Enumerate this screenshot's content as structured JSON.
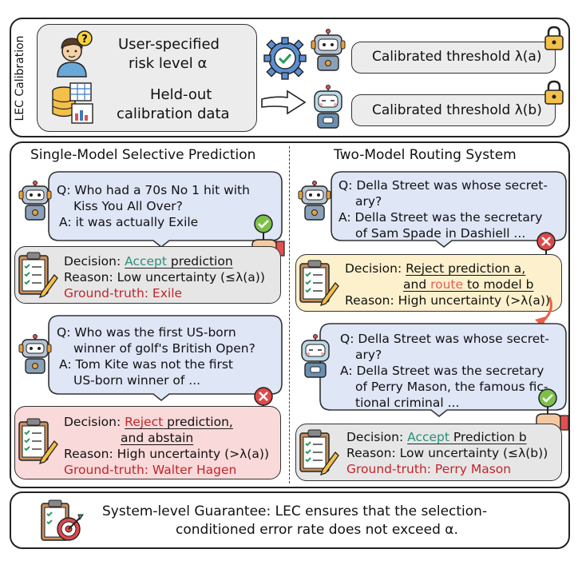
{
  "calibration": {
    "side_label": "LEC Calibration",
    "risk_line1": "User-specified",
    "risk_line2": "risk level α",
    "data_line1": "Held-out",
    "data_line2": "calibration data",
    "threshold_a": "Calibrated threshold λ(a)",
    "threshold_b": "Calibrated threshold λ(b)"
  },
  "single": {
    "title": "Single-Model Selective Prediction",
    "ex1": {
      "q1": "Q: Who had a 70s No 1 hit with",
      "q2": "Kiss You All Over?",
      "a1": "A: it was actually Exile",
      "decision_prefix": "Decision: ",
      "decision_word": "Accept",
      "decision_rest": " prediction",
      "reason": "Reason: Low uncertainty (≤λ(a))",
      "truth": "Ground-truth: Exile"
    },
    "ex2": {
      "q1": "Q: Who was the first US-born",
      "q2": "winner of golf's British Open?",
      "a1": "A: Tom Kite was not the first",
      "a2": "US-born winner of ...",
      "decision_prefix": "Decision: ",
      "decision_word": "Reject",
      "decision_rest": " prediction,",
      "decision_line2": "and abstain",
      "reason": "Reason: High uncertainty (>λ(a))",
      "truth": "Ground-truth: Walter Hagen"
    }
  },
  "routing": {
    "title": "Two-Model Routing System",
    "ex1": {
      "q1": "Q: Della Street was whose secret-",
      "q2": "ary?",
      "a1": "A: Della Street was the secretary",
      "a2": "of Sam Spade in Dashiell ...",
      "decision_prefix": "Decision: ",
      "decision_line1": "Reject prediction a,",
      "decision_l2_pre": "and ",
      "decision_l2_word": "route",
      "decision_l2_post": " to model b",
      "reason": "Reason: High uncertainty (>λ(a))"
    },
    "ex2": {
      "q1": "Q: Della Street was whose secret-",
      "q2": "ary?",
      "a1": "A: Della Street was the secretary",
      "a2": "of Perry Mason, the famous fic-",
      "a3": "tional criminal ...",
      "decision_prefix": "Decision: ",
      "decision_word": "Accept",
      "decision_rest": " Prediction b",
      "reason": "Reason: Low uncertainty (≤λ(b))",
      "truth": "Ground-truth: Perry Mason"
    }
  },
  "guarantee": {
    "line1": "System-level Guarantee: LEC ensures that the selection-",
    "line2": "conditioned error rate does not exceed α."
  },
  "colors": {
    "bubble_blue": "#dfe6f6",
    "decision_grey": "#e6e6e6",
    "decision_yellow": "#fdf0cc",
    "decision_pink": "#f9d9d9",
    "accept_teal": "#2a8f7a",
    "truth_red": "#c0262a",
    "check_green": "#7cc04a",
    "reject_red": "#e04848"
  },
  "icons": [
    "user-question-icon",
    "database-icon",
    "gear-check-icon",
    "robot-icon",
    "lock-icon",
    "arrow-icon",
    "clipboard-icon",
    "check-sign-icon",
    "cross-sign-icon",
    "target-clipboard-icon"
  ]
}
